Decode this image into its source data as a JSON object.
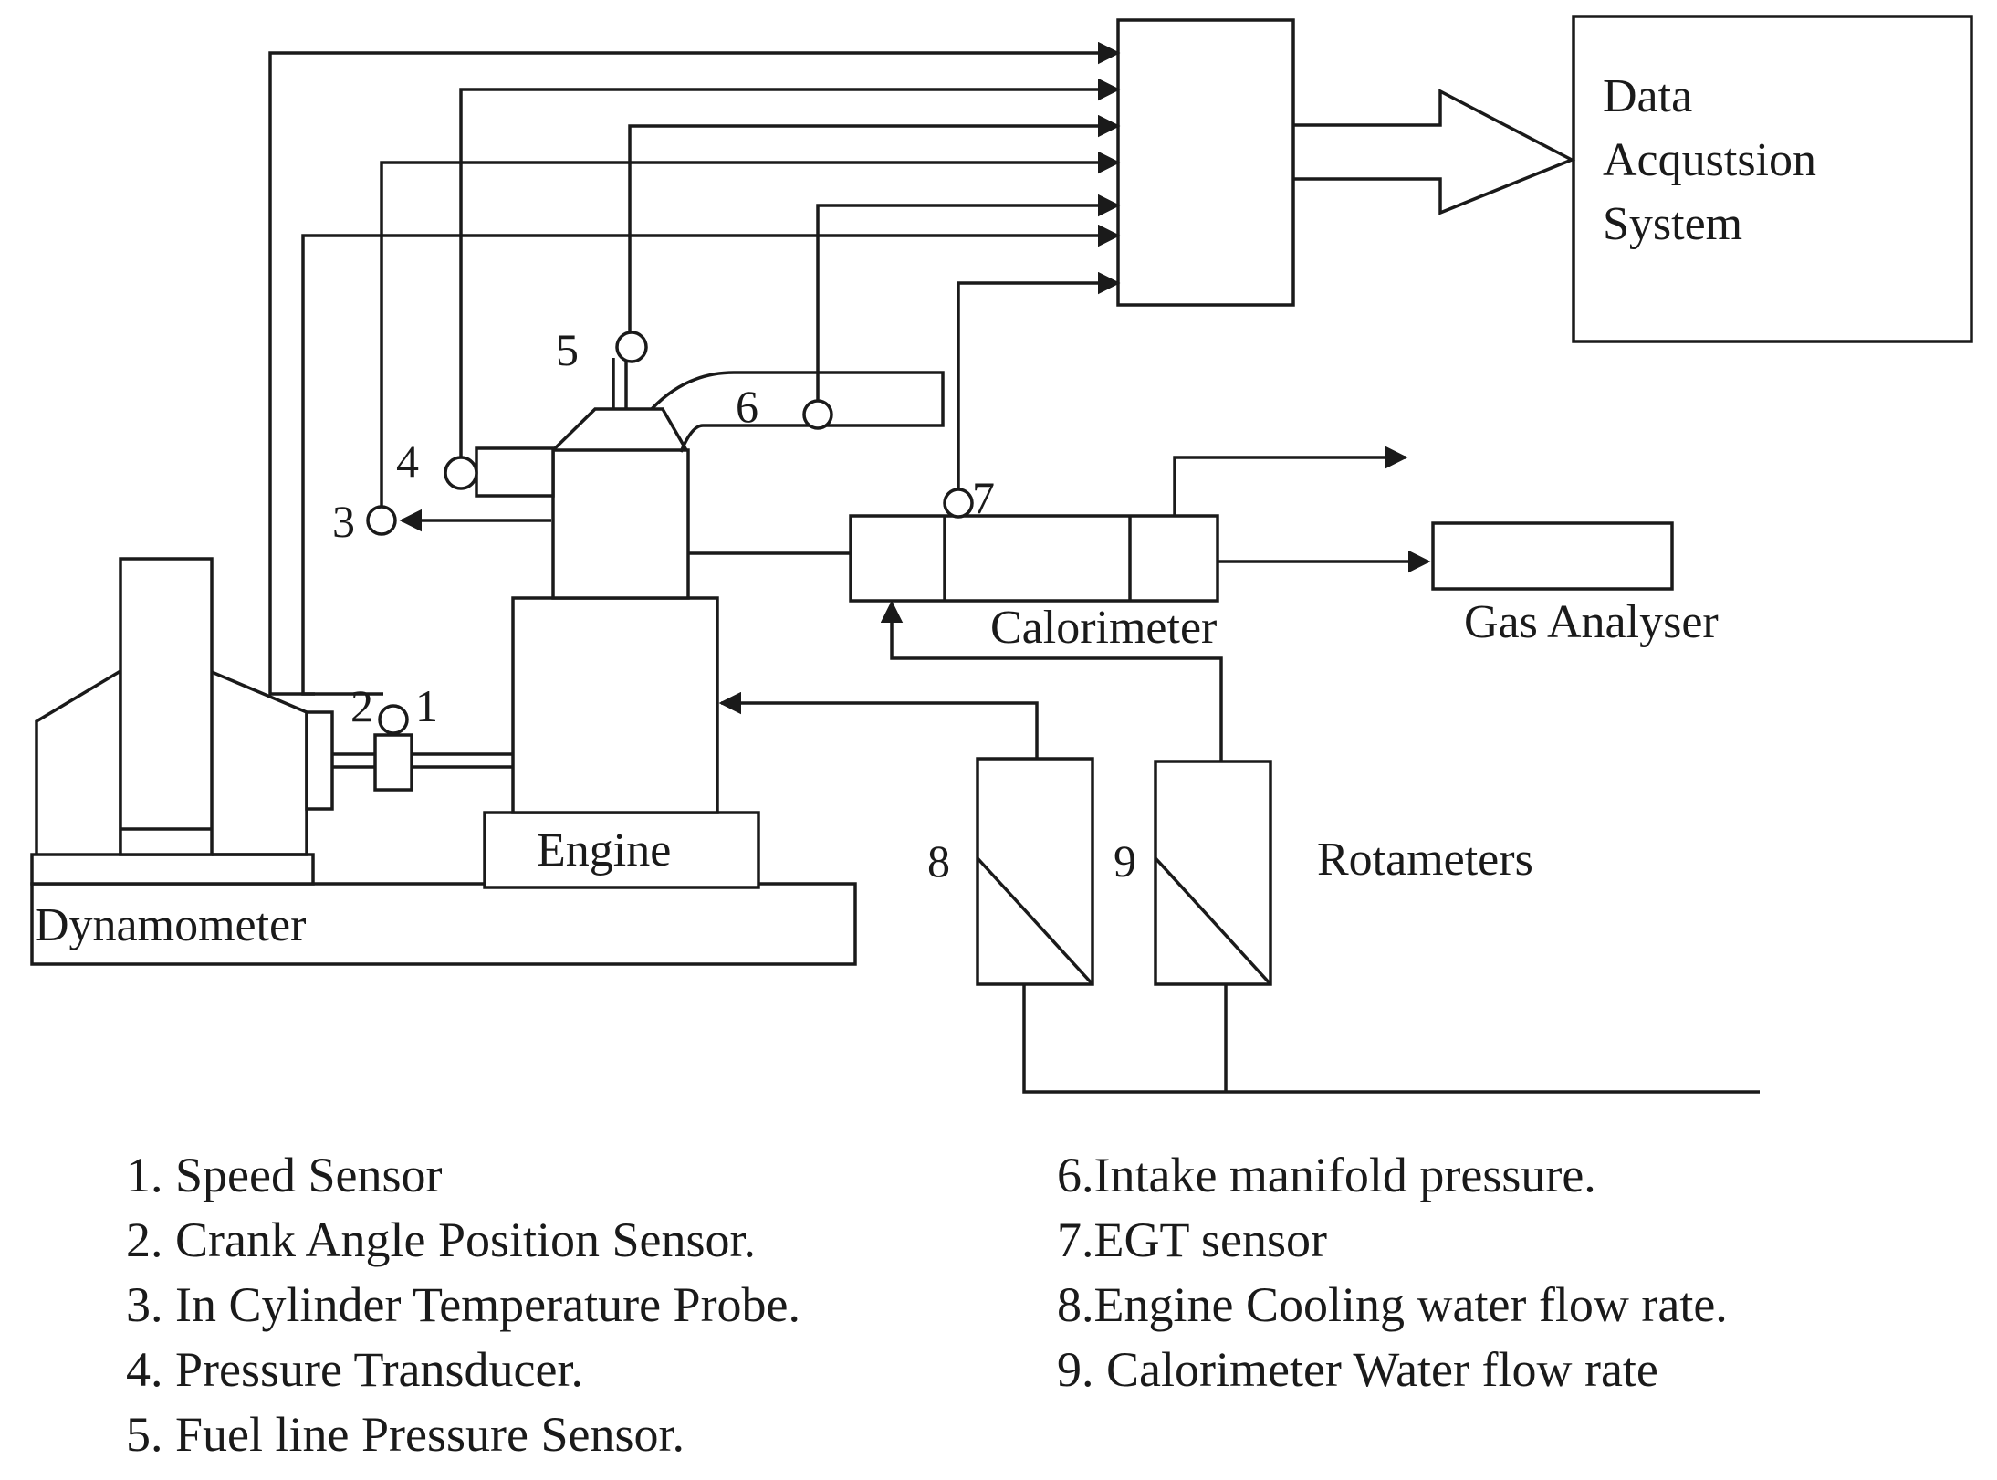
{
  "labels": {
    "data_acquisition": [
      "Data",
      "Acqustsion",
      "System"
    ],
    "calorimeter": "Calorimeter",
    "gas_analyser": "Gas Analyser",
    "engine": "Engine",
    "dynamometer": "Dynamometer",
    "rotameters": "Rotameters"
  },
  "sensor_numbers": {
    "n1": "1",
    "n2": "2",
    "n3": "3",
    "n4": "4",
    "n5": "5",
    "n6": "6",
    "n7": "7",
    "n8": "8",
    "n9": "9"
  },
  "legend": {
    "left": [
      "1. Speed Sensor",
      "2. Crank Angle Position Sensor.",
      "3. In Cylinder Temperature Probe.",
      "4. Pressure Transducer.",
      "5. Fuel line Pressure Sensor."
    ],
    "right": [
      "6.Intake manifold pressure.",
      "7.EGT sensor",
      "8.Engine Cooling water flow rate.",
      "9. Calorimeter Water flow rate"
    ]
  },
  "colors": {
    "line": "#1a1a1a",
    "background": "#ffffff"
  }
}
